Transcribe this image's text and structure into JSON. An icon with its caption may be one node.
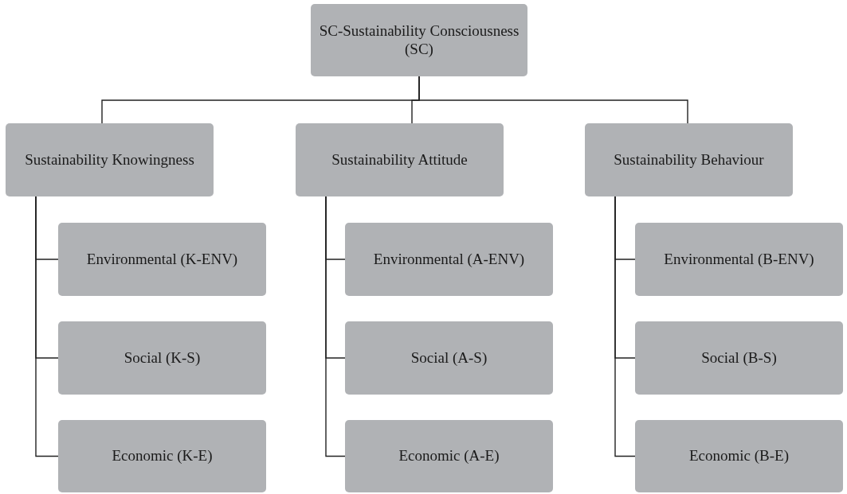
{
  "diagram": {
    "nodes": [
      {
        "text": [
          "SC-Sustainability Consciousness (SC)"
        ]
      },
      {
        "text": [
          "Sustainability Knowingness"
        ]
      },
      {
        "text": [
          "Sustainability Attitude"
        ]
      },
      {
        "text": [
          "Sustainability Behaviour"
        ]
      },
      {
        "text": [
          "Environmental (K-ENV)"
        ]
      },
      {
        "text": [
          "Social (K-S)"
        ]
      },
      {
        "text": [
          "Economic (K-E)"
        ]
      },
      {
        "text": [
          "Environmental (A-ENV)"
        ]
      },
      {
        "text": [
          "Social (A-S)"
        ]
      },
      {
        "text": [
          "Economic (A-E)"
        ]
      },
      {
        "text": [
          "Environmental (B-ENV)"
        ]
      },
      {
        "text": [
          "Social (B-S)"
        ]
      },
      {
        "text": [
          "Economic (B-E)"
        ]
      }
    ],
    "edges": [
      {
        "from": 0,
        "to": 1,
        "arrow": "none"
      },
      {
        "from": 0,
        "to": 2,
        "arrow": "none"
      },
      {
        "from": 0,
        "to": 3,
        "arrow": "none"
      },
      {
        "from": 1,
        "to": 4,
        "arrow": "none"
      },
      {
        "from": 1,
        "to": 5,
        "arrow": "none"
      },
      {
        "from": 1,
        "to": 6,
        "arrow": "none"
      },
      {
        "from": 2,
        "to": 7,
        "arrow": "none"
      },
      {
        "from": 2,
        "to": 8,
        "arrow": "none"
      },
      {
        "from": 2,
        "to": 9,
        "arrow": "none"
      },
      {
        "from": 3,
        "to": 10,
        "arrow": "none"
      },
      {
        "from": 3,
        "to": 11,
        "arrow": "none"
      },
      {
        "from": 3,
        "to": 12,
        "arrow": "none"
      }
    ]
  }
}
